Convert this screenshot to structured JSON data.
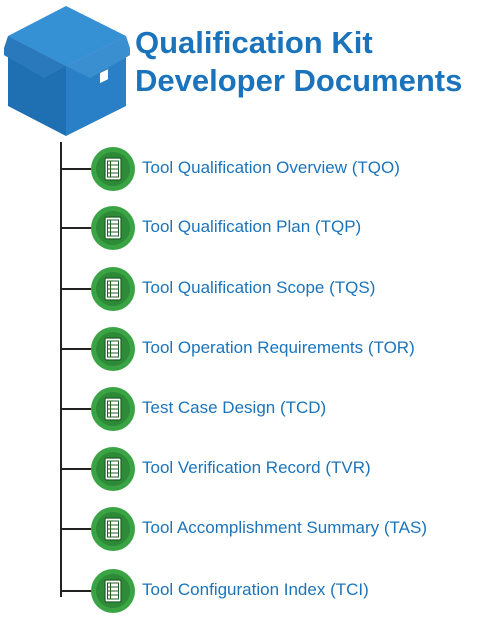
{
  "header": {
    "icon": "package-box-icon",
    "title_line1": "Qualification Kit",
    "title_line2": "Developer Documents"
  },
  "documents": [
    {
      "label": "Tool Qualification Overview (TQO)",
      "icon": "document-icon"
    },
    {
      "label": "Tool Qualification Plan (TQP)",
      "icon": "document-icon"
    },
    {
      "label": "Tool Qualification Scope (TQS)",
      "icon": "document-icon"
    },
    {
      "label": "Tool Operation Requirements (TOR)",
      "icon": "document-icon"
    },
    {
      "label": "Test Case Design (TCD)",
      "icon": "document-icon"
    },
    {
      "label": "Tool Verification Record (TVR)",
      "icon": "document-icon"
    },
    {
      "label": "Tool Accomplishment Summary (TAS)",
      "icon": "document-icon"
    },
    {
      "label": "Tool Configuration Index (TCI)",
      "icon": "document-icon"
    }
  ],
  "colors": {
    "title": "#1b74bb",
    "box_light": "#2a7fc4",
    "box_dark": "#1a63a3",
    "badge_outer": "#3aa445",
    "badge_inner": "#2d8a36",
    "connector": "#222222"
  }
}
